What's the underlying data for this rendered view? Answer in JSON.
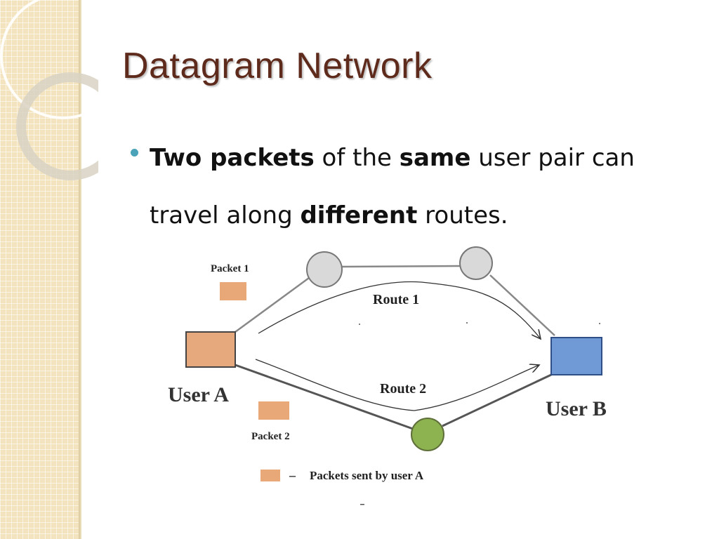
{
  "slide": {
    "title": "Datagram Network",
    "bullet": {
      "segments": [
        {
          "text": "Two packets",
          "bold": true
        },
        {
          "text": " of the ",
          "bold": false
        },
        {
          "text": "same",
          "bold": true
        },
        {
          "text": " user pair can travel along ",
          "bold": false
        },
        {
          "text": "different",
          "bold": true
        },
        {
          "text": " routes.",
          "bold": false
        }
      ]
    }
  },
  "diagram": {
    "packet1_label": "Packet 1",
    "packet2_label": "Packet 2",
    "route1_label": "Route 1",
    "route2_label": "Route 2",
    "user_a_label": "User A",
    "user_b_label": "User B",
    "legend_dash": "–",
    "legend_text": "Packets sent by user A",
    "colors": {
      "packet": "#e8a878",
      "user_a": "#e6a97e",
      "user_b": "#6f9ad6",
      "router_grey": "#d9d9d9",
      "router_green": "#8db350",
      "title": "#5e2a1b",
      "bullet": "#4aa3b8"
    }
  }
}
